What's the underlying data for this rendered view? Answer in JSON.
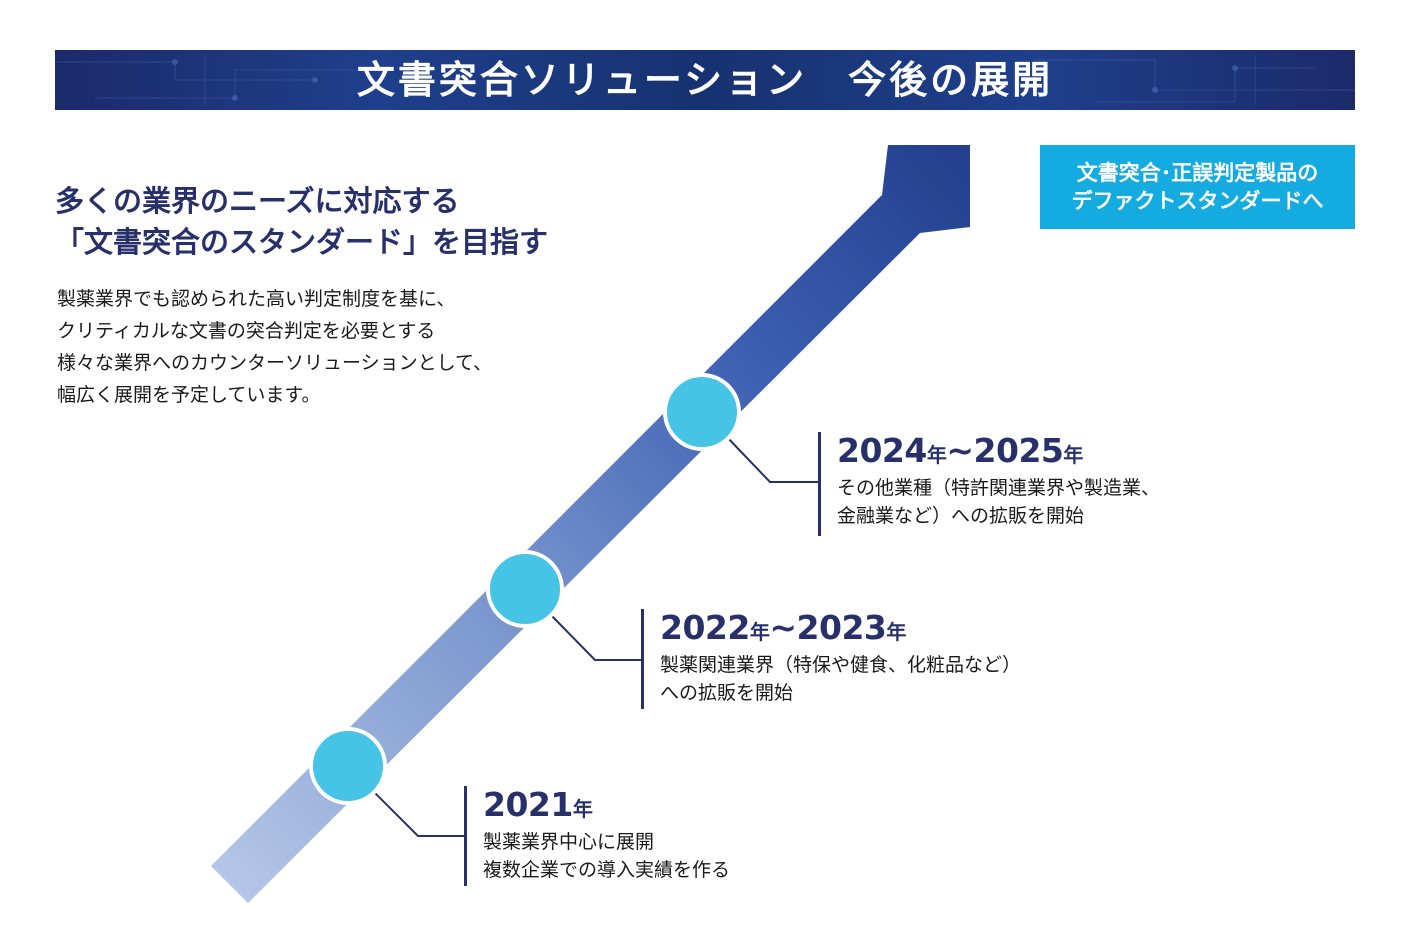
{
  "banner": {
    "title": "文書突合ソリューション　今後の展開"
  },
  "goal": {
    "line1": "文書突合･正誤判定製品の",
    "line2": "デファクトスタンダードへ"
  },
  "headline": {
    "line1": "多くの業界のニーズに対応する",
    "line2": "「文書突合のスタンダード」を目指す"
  },
  "description": {
    "lines": [
      "製薬業界でも認められた高い判定制度を基に、",
      "クリティカルな文書の突合判定を必要とする",
      "様々な業界へのカウンターソリューションとして、",
      "幅広く展開を予定しています。"
    ]
  },
  "milestones": [
    {
      "year_a": "2024",
      "nen_a": "年",
      "separator": "~",
      "year_b": "2025",
      "nen_b": "年",
      "lines": [
        "その他業種（特許関連業界や製造業、",
        "金融業など）への拡販を開始"
      ]
    },
    {
      "year_a": "2022",
      "nen_a": "年",
      "separator": "~",
      "year_b": "2023",
      "nen_b": "年",
      "lines": [
        "製薬関連業界（特保や健食、化粧品など）",
        "への拡販を開始"
      ]
    },
    {
      "year_a": "2021",
      "nen_a": "年",
      "lines": [
        "製薬業界中心に展開",
        "複数企業での導入実績を作る"
      ]
    }
  ],
  "colors": {
    "banner": "#1b2b6a",
    "navy_text": "#27306b",
    "goal_box": "#14ace0",
    "arrow_start": "#b4c6e6",
    "arrow_end": "#24408f",
    "node_fill": "#45c4e6",
    "connector": "#27306b"
  }
}
